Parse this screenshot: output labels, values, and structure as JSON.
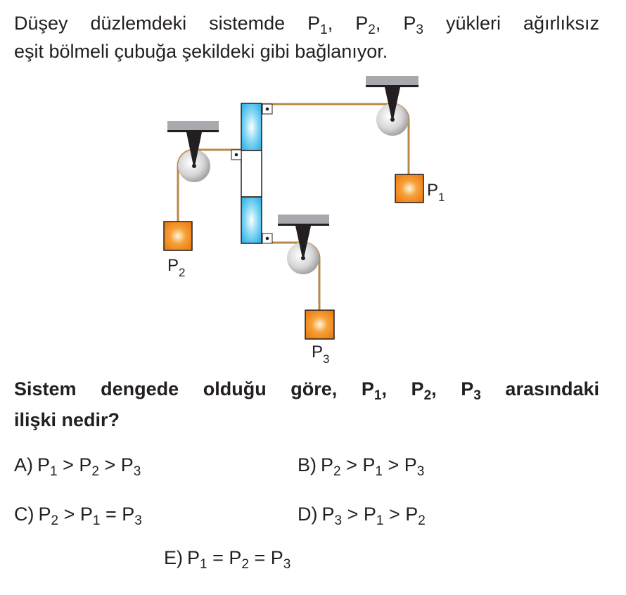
{
  "intro": {
    "line1": {
      "a": "Düşey düzlemdeki sistemde P",
      "s1": "1",
      "b": ", P",
      "s2": "2",
      "c": ", P",
      "s3": "3",
      "d": " yükleri ağırlıksız"
    },
    "line2": "eşit bölmeli çubuğa şekildeki gibi bağlanıyor."
  },
  "diagram": {
    "labels": [
      {
        "p": "P",
        "s": "1"
      },
      {
        "p": "P",
        "s": "2"
      },
      {
        "p": "P",
        "s": "3"
      }
    ],
    "colors": {
      "rope": "#b8884a",
      "box": "#f08a1c",
      "rod": "#5cc8ef",
      "ceiling": "#a7a9ac"
    }
  },
  "question": {
    "line1": {
      "a": "Sistem dengede olduğu göre, P",
      "s1": "1",
      "b": ", P",
      "s2": "2",
      "c": ", P",
      "s3": "3",
      "d": " arasındaki"
    },
    "line2": "ilişki nedir?"
  },
  "options": [
    {
      "letter": "A)",
      "parts": [
        "P",
        "1",
        " > ",
        "P",
        "2",
        " > ",
        "P",
        "3"
      ]
    },
    {
      "letter": "B)",
      "parts": [
        "P",
        "2",
        " > ",
        "P",
        "1",
        " > ",
        "P",
        "3"
      ]
    },
    {
      "letter": "C)",
      "parts": [
        "P",
        "2",
        " > ",
        "P",
        "1",
        " = ",
        "P",
        "3"
      ]
    },
    {
      "letter": "D)",
      "parts": [
        "P",
        "3",
        " > ",
        "P",
        "1",
        " > ",
        "P",
        "2"
      ]
    },
    {
      "letter": "E)",
      "parts": [
        "P",
        "1",
        " = ",
        "P",
        "2",
        " = ",
        "P",
        "3"
      ]
    }
  ]
}
